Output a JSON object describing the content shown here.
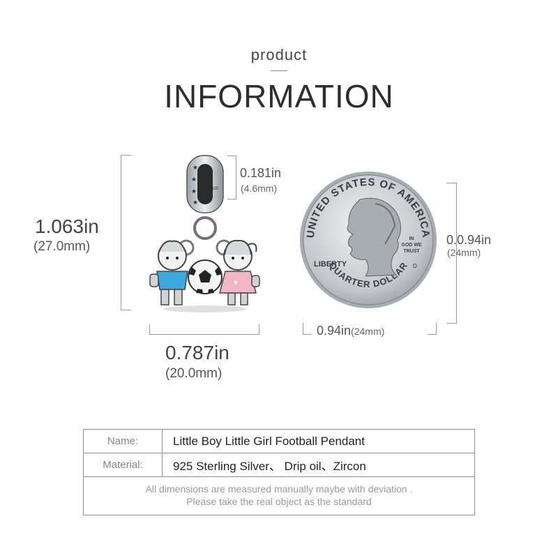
{
  "header": {
    "subtitle": "product",
    "title": "INFORMATION"
  },
  "pendant": {
    "height_in": "1.063in",
    "height_mm": "(27.0mm)",
    "width_in": "0.787in",
    "width_mm": "(20.0mm)",
    "bail_in": "0.181in",
    "bail_mm": "(4.6mm)",
    "bail_stamp": "925"
  },
  "coin": {
    "top_text": "UNITED STATES OF AMERICA",
    "bottom_text": "QUARTER DOLLAR",
    "liberty": "LIBERTY",
    "motto_1": "IN",
    "motto_2": "GOD WE",
    "motto_3": "TRUST",
    "mint": "D",
    "height_in": "0.0.94in",
    "height_mm": "(24mm)",
    "width_label": "0.94in",
    "width_mm": "(24mm)"
  },
  "table": {
    "name_label": "Name:",
    "name_value": "Little Boy Little Girl Football Pendant",
    "material_label": "Material:",
    "material_value": "925 Sterling Silver、 Drip oil、Zircon",
    "note_line1": "All dimensions are measured manually maybe with deviation .",
    "note_line2": "Please take the real object as the standard"
  },
  "colors": {
    "boy_shirt": "#3aa7dd",
    "girl_dress": "#f3b6c8",
    "silver": "#c9ccd0",
    "coin": "#b8bcc0"
  }
}
